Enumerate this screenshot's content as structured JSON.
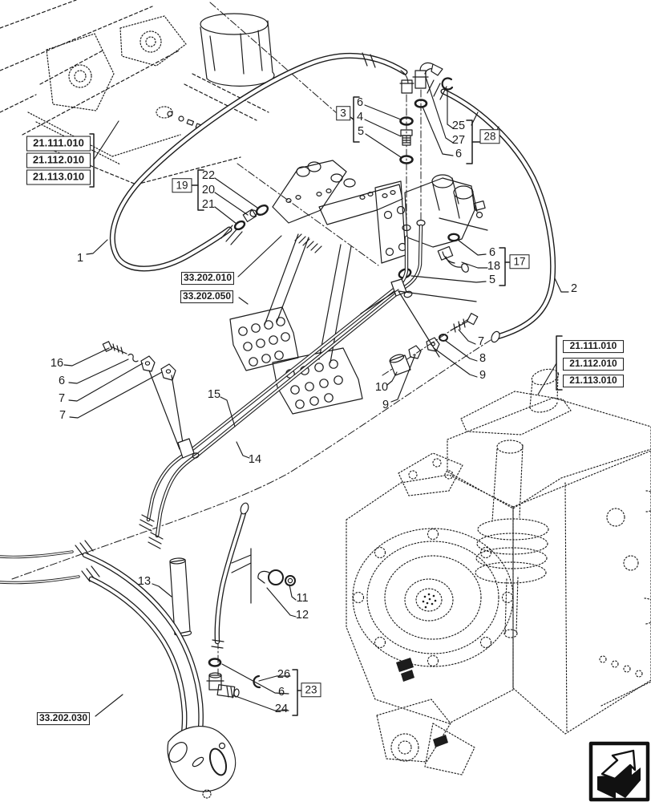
{
  "page": {
    "background": "#ffffff",
    "ink": "#1c1c1c"
  },
  "ref_boxes": {
    "top_left": {
      "r1": "21.111.010",
      "r2": "21.112.010",
      "r3": "21.113.010"
    },
    "pedal_main": "33.202.010",
    "pedal_sub": "33.202.050",
    "right": {
      "r1": "21.111.010",
      "r2": "21.112.010",
      "r3": "21.113.010"
    },
    "bottom_left": "33.202.030"
  },
  "boxed_callouts": {
    "b3": "3",
    "b17": "17",
    "b19": "19",
    "b23": "23",
    "b28": "28"
  },
  "callouts": {
    "c1": "1",
    "c2": "2",
    "g3_6": "6",
    "g3_4": "4",
    "g3_5": "5",
    "g28_25": "25",
    "g28_27": "27",
    "g28_6": "6",
    "g19_22": "22",
    "g19_20": "20",
    "g19_21": "21",
    "g17_6": "6",
    "g17_18": "18",
    "g17_5": "5",
    "left_16": "16",
    "left_6": "6",
    "left_7a": "7",
    "left_7b": "7",
    "c15": "15",
    "c14": "14",
    "mid_7": "7",
    "mid_8": "8",
    "mid_9": "9",
    "mid_10": "10",
    "mid_9b": "9",
    "c13": "13",
    "c11": "11",
    "c12": "12",
    "g23_26": "26",
    "g23_6": "6",
    "g23_24": "24"
  },
  "icons": {
    "continue_arrow": "page-continue-arrow"
  }
}
